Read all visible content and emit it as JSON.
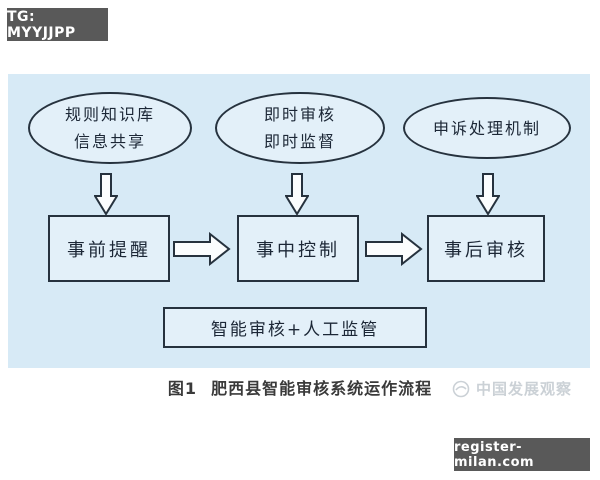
{
  "overlays": {
    "tg_badge_label": "TG: MYYJJPP",
    "site_badge_label": "register-milan.com"
  },
  "diagram": {
    "type": "flowchart",
    "ellipses": [
      {
        "lines": [
          "规则知识库",
          "信息共享"
        ]
      },
      {
        "lines": [
          "即时审核",
          "即时监督"
        ]
      },
      {
        "lines": [
          "申诉处理机制"
        ]
      }
    ],
    "process_boxes": [
      {
        "label": "事前提醒"
      },
      {
        "label": "事中控制"
      },
      {
        "label": "事后审核"
      }
    ],
    "bottom_box_label": "智能审核+人工监管",
    "flow": [
      "规则知识库/信息共享 → 事前提醒",
      "即时审核/即时监督 → 事中控制",
      "申诉处理机制 → 事后审核",
      "事前提醒 → 事中控制 → 事后审核"
    ]
  },
  "caption": {
    "number": "图1",
    "title": "肥西县智能审核系统运作流程"
  },
  "watermark": {
    "text": "中国发展观察"
  },
  "colors": {
    "panel_bg": "#d7eaf6",
    "shape_fill": "#e3f0f9",
    "shape_border": "#26323e",
    "shape_text": "#1c2736",
    "arrow_fill": "#fbfdfe",
    "badge_bg": "#595959",
    "badge_text": "#ffffff",
    "caption_text": "#3a3a3a",
    "watermark_text": "#c3cad0"
  }
}
